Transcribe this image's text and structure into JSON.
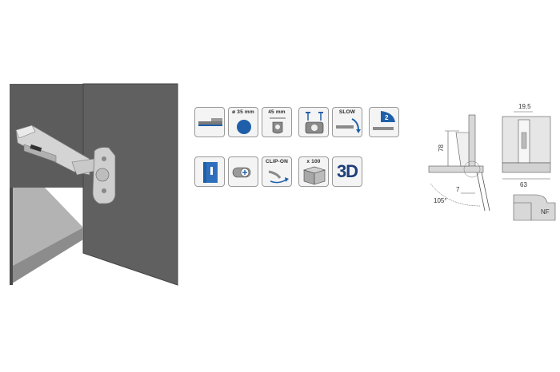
{
  "icons_row1": [
    {
      "name": "overlay-profile-icon",
      "label": ""
    },
    {
      "name": "cup-diameter-icon",
      "label": "ø 35 mm"
    },
    {
      "name": "plate-distance-icon",
      "label": "45 mm"
    },
    {
      "name": "screw-fixing-icon",
      "label": ""
    },
    {
      "name": "soft-close-icon",
      "label": "SLOW"
    },
    {
      "name": "two-way-adjust-icon",
      "label": "2"
    }
  ],
  "icons_row2": [
    {
      "name": "cabinet-side-icon",
      "label": ""
    },
    {
      "name": "cam-adjust-icon",
      "label": ""
    },
    {
      "name": "clip-on-icon",
      "label": "CLIP-ON"
    },
    {
      "name": "box-quantity-icon",
      "label": "x 100"
    },
    {
      "name": "3d-adjust-icon",
      "label": "3D"
    }
  ],
  "dimensions": {
    "height": "78",
    "gap": "7",
    "angle": "105°",
    "top_width": "19,5",
    "bottom_width": "63",
    "nf": "NF"
  },
  "colors": {
    "cabinet_dark": "#5c5c5c",
    "cabinet_shelf": "#a9a9a9",
    "hinge_metal": "#c8c8c8",
    "blue_accent": "#1f5faa"
  }
}
